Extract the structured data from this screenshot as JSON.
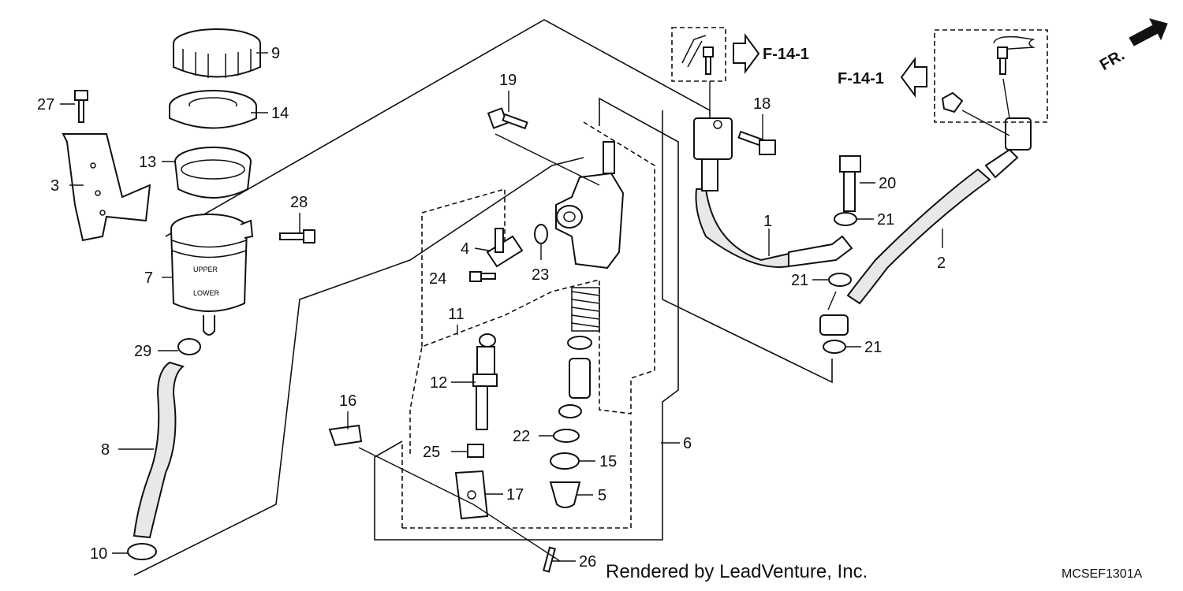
{
  "callouts": {
    "c1": "1",
    "c2": "2",
    "c3": "3",
    "c4": "4",
    "c5": "5",
    "c6": "6",
    "c7": "7",
    "c8": "8",
    "c9": "9",
    "c10": "10",
    "c11": "11",
    "c12": "12",
    "c13": "13",
    "c14": "14",
    "c15": "15",
    "c16": "16",
    "c17": "17",
    "c18": "18",
    "c19": "19",
    "c20": "20",
    "c21a": "21",
    "c21b": "21",
    "c21c": "21",
    "c22": "22",
    "c23": "23",
    "c24": "24",
    "c25": "25",
    "c26": "26",
    "c27": "27",
    "c28": "28",
    "c29": "29"
  },
  "references": {
    "left": "F-14-1",
    "right": "F-14-1"
  },
  "direction_label": "FR.",
  "footer": {
    "credit": "Rendered by LeadVenture, Inc.",
    "diagram_code": "MCSEF1301A"
  }
}
